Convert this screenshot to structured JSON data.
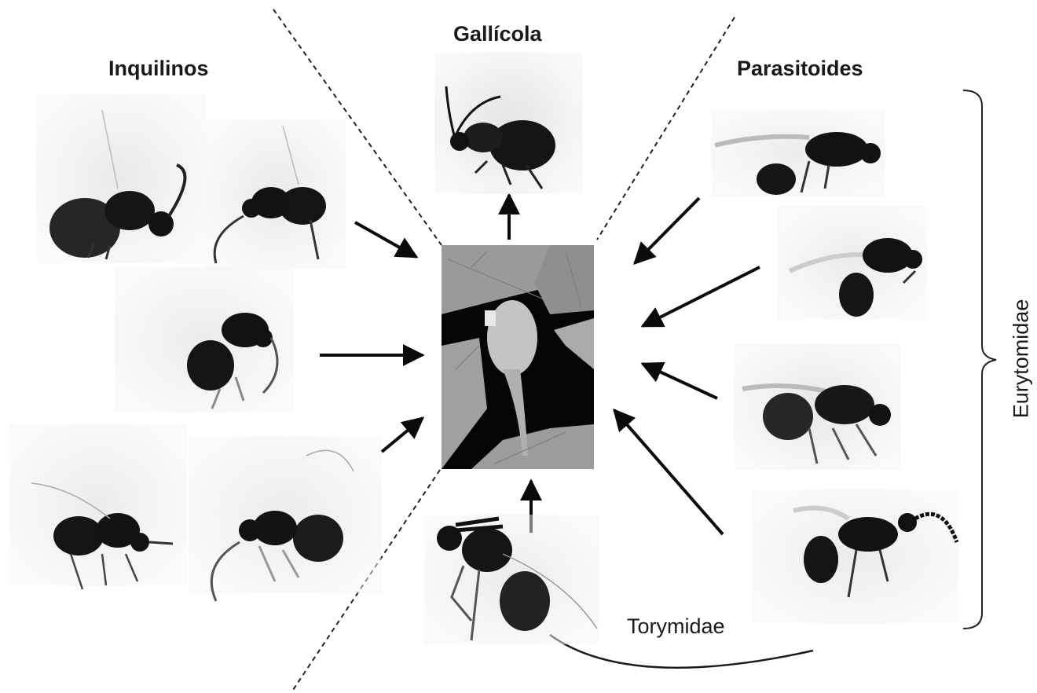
{
  "labels": {
    "inquilinos": "Inquilinos",
    "gallicola": "Gallícola",
    "parasitoides": "Parasitoides",
    "torymidae": "Torymidae",
    "eurytomidae": "Eurytomidae"
  },
  "colors": {
    "insect": "#141414",
    "insect_mid": "#3c3c3c",
    "photo_bg": "#e6e6e6",
    "arrow": "#0a0a0a",
    "leaf_bg": "#050505",
    "leaf": "#a8a8a8"
  },
  "icons": {
    "gall": "oak-leaf-gall-photo",
    "wasp": "wasp-specimen-photo"
  }
}
